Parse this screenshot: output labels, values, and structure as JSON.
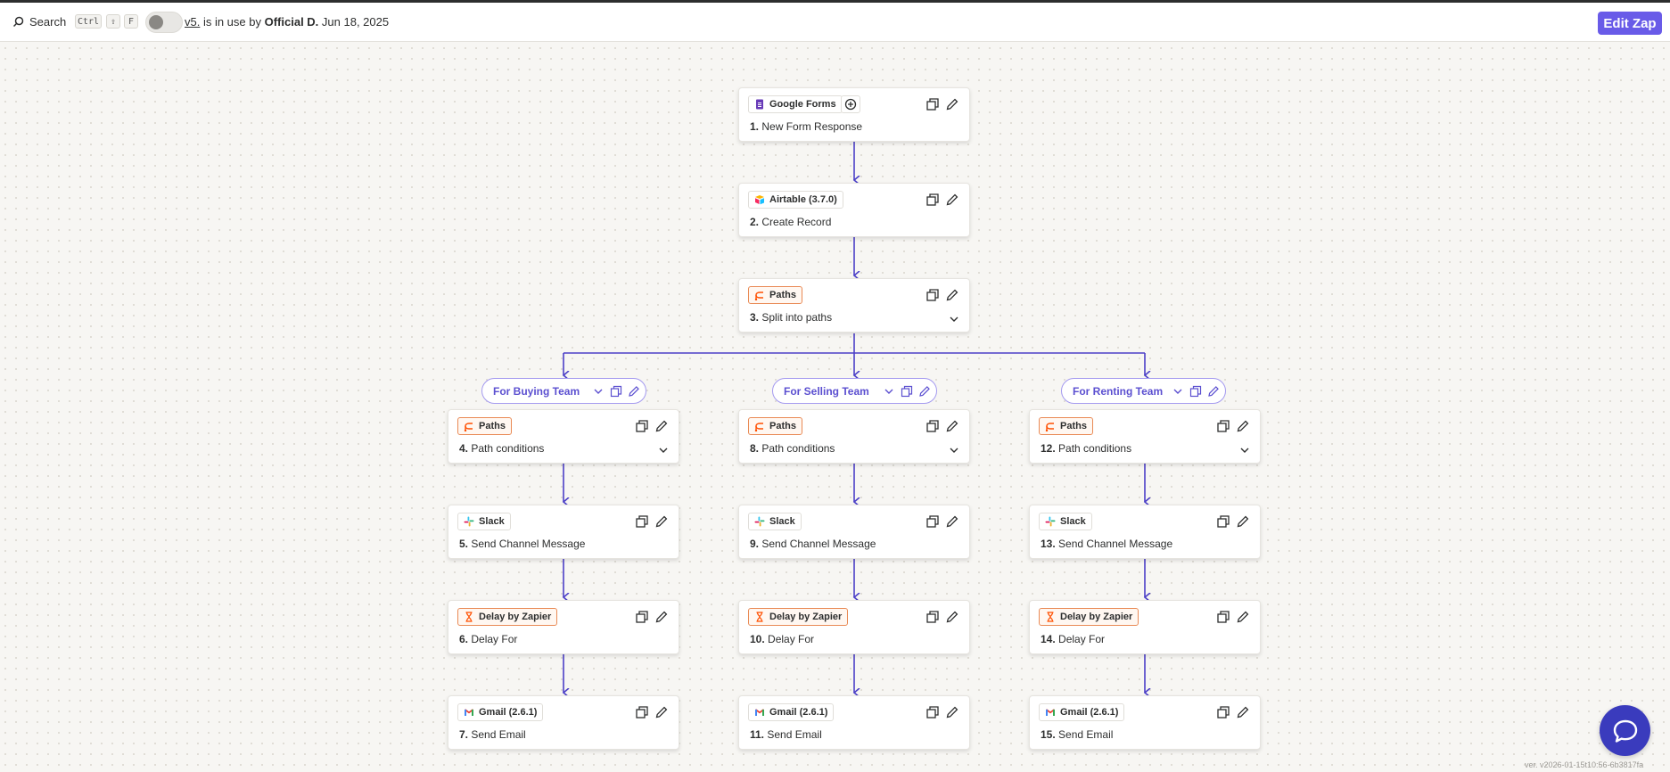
{
  "header": {
    "search_label": "Search",
    "shortcut_keys": [
      "Ctrl",
      "⇧",
      "F"
    ],
    "version_link": "v5.",
    "status_text": " is in use by ",
    "user_name": "Official D.",
    "date": "Jun 18, 2025",
    "edit_button": "Edit Zap"
  },
  "colors": {
    "accent": "#695be8",
    "connector": "#4b3fc7",
    "path_border": "#a59bf0",
    "orange_badge": "#e98a55",
    "chat_button": "#3a3bbd"
  },
  "steps": {
    "s1": {
      "app": "Google Forms",
      "num": "1.",
      "action": "New Form Response",
      "icon": "google-forms-icon"
    },
    "s2": {
      "app": "Airtable (3.7.0)",
      "num": "2.",
      "action": "Create Record",
      "icon": "airtable-icon"
    },
    "s3": {
      "app": "Paths",
      "num": "3.",
      "action": "Split into paths",
      "icon": "paths-icon"
    },
    "s4": {
      "app": "Paths",
      "num": "4.",
      "action": "Path conditions",
      "icon": "paths-icon"
    },
    "s5": {
      "app": "Slack",
      "num": "5.",
      "action": "Send Channel Message",
      "icon": "slack-icon"
    },
    "s6": {
      "app": "Delay by Zapier",
      "num": "6.",
      "action": "Delay For",
      "icon": "delay-icon"
    },
    "s7": {
      "app": "Gmail (2.6.1)",
      "num": "7.",
      "action": "Send Email",
      "icon": "gmail-icon"
    },
    "s8": {
      "app": "Paths",
      "num": "8.",
      "action": "Path conditions",
      "icon": "paths-icon"
    },
    "s9": {
      "app": "Slack",
      "num": "9.",
      "action": "Send Channel Message",
      "icon": "slack-icon"
    },
    "s10": {
      "app": "Delay by Zapier",
      "num": "10.",
      "action": "Delay For",
      "icon": "delay-icon"
    },
    "s11": {
      "app": "Gmail (2.6.1)",
      "num": "11.",
      "action": "Send Email",
      "icon": "gmail-icon"
    },
    "s12": {
      "app": "Paths",
      "num": "12.",
      "action": "Path conditions",
      "icon": "paths-icon"
    },
    "s13": {
      "app": "Slack",
      "num": "13.",
      "action": "Send Channel Message",
      "icon": "slack-icon"
    },
    "s14": {
      "app": "Delay by Zapier",
      "num": "14.",
      "action": "Delay For",
      "icon": "delay-icon"
    },
    "s15": {
      "app": "Gmail (2.6.1)",
      "num": "15.",
      "action": "Send Email",
      "icon": "gmail-icon"
    }
  },
  "paths": {
    "buying": "For Buying Team",
    "selling": "For Selling Team",
    "renting": "For Renting Team"
  },
  "footer": {
    "version": "ver. v2026-01-15t10:56-6b3817fa"
  }
}
